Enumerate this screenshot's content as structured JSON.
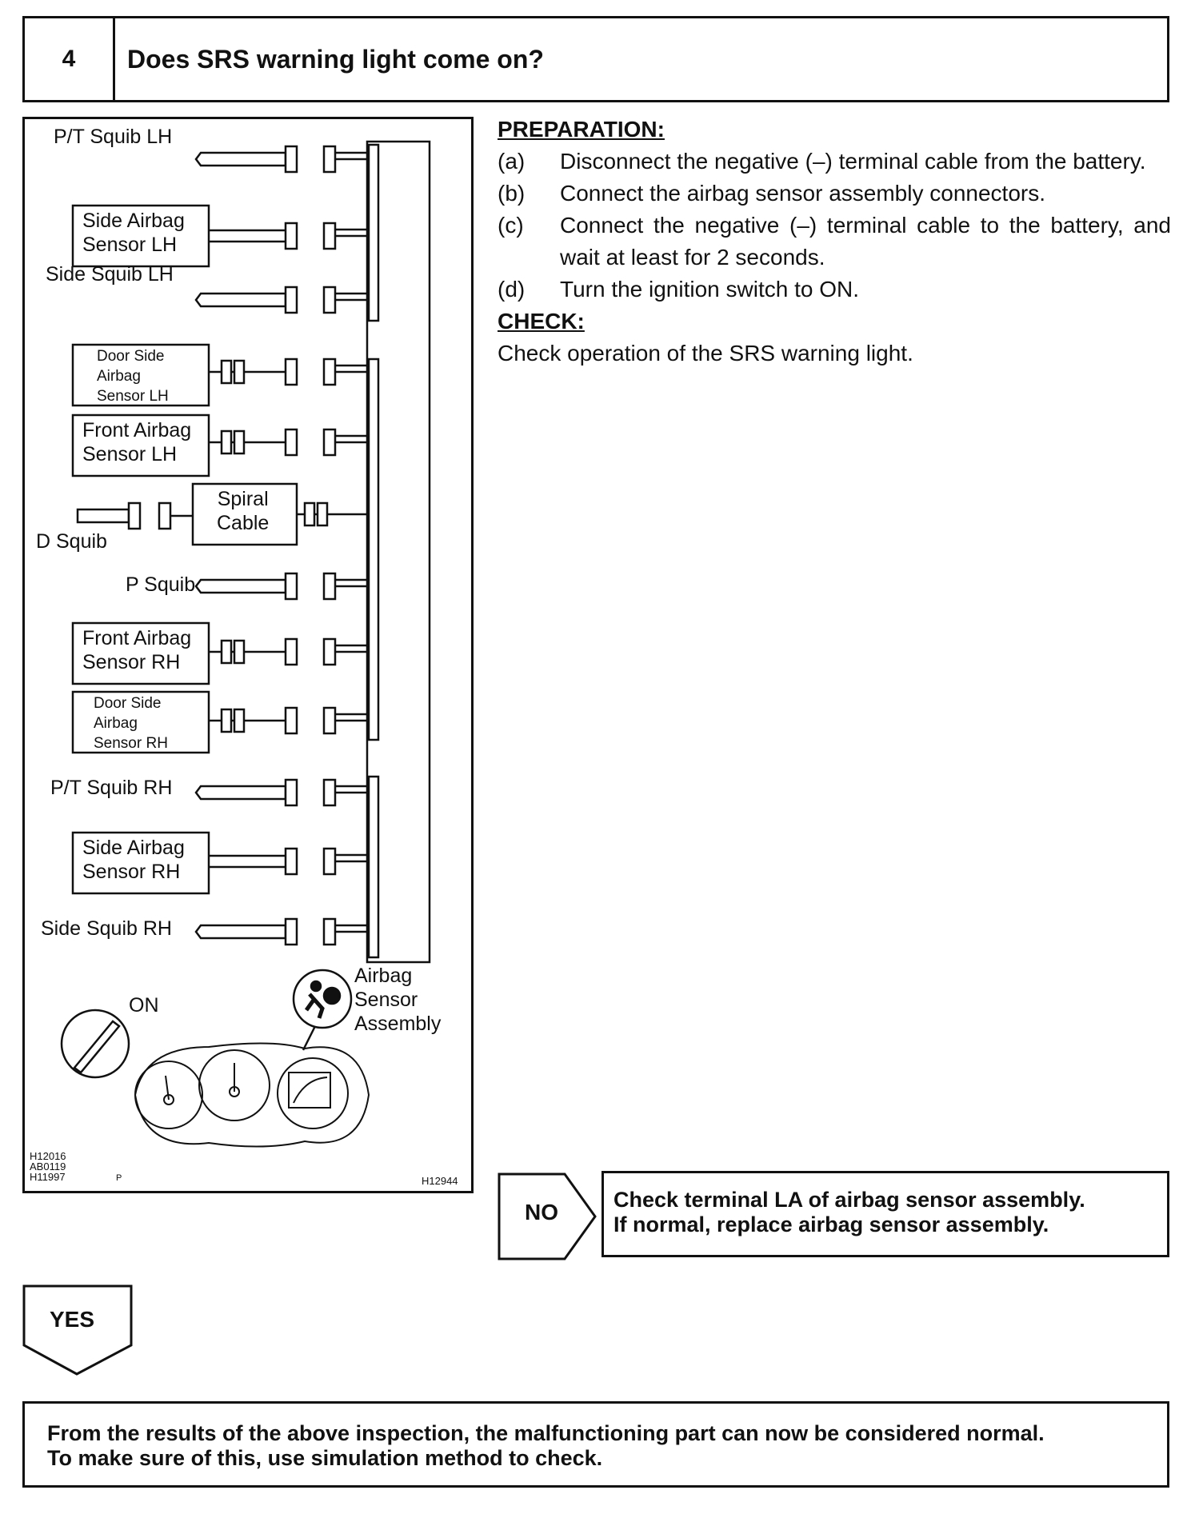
{
  "step": {
    "number": "4",
    "title": "Does SRS warning light come on?"
  },
  "figure": {
    "components": {
      "pt_squib_lh": "P/T Squib LH",
      "side_airbag_sensor_lh": [
        "Side Airbag",
        "Sensor LH"
      ],
      "side_squib_lh": "Side Squib LH",
      "door_side_airbag_sensor_lh": [
        "Door Side",
        "Airbag",
        "Sensor LH"
      ],
      "front_airbag_sensor_lh": [
        "Front Airbag",
        "Sensor LH"
      ],
      "spiral_cable": [
        "Spiral",
        "Cable"
      ],
      "d_squib": "D Squib",
      "p_squib": "P Squib",
      "front_airbag_sensor_rh": [
        "Front Airbag",
        "Sensor RH"
      ],
      "door_side_airbag_sensor_rh": [
        "Door Side",
        "Airbag",
        "Sensor RH"
      ],
      "pt_squib_rh": "P/T Squib RH",
      "side_airbag_sensor_rh": [
        "Side Airbag",
        "Sensor RH"
      ],
      "side_squib_rh": "Side Squib RH",
      "airbag_sensor_assembly": [
        "Airbag",
        "Sensor",
        "Assembly"
      ]
    },
    "ignition_label": "ON",
    "codes_left": [
      "H12016",
      "AB0119",
      "H11997"
    ],
    "code_p": "P",
    "code_right": "H12944",
    "icons": [
      "ignition-key-icon",
      "srs-airbag-warning-icon",
      "instrument-cluster-icon"
    ]
  },
  "preparation": {
    "heading": "PREPARATION:",
    "items": [
      {
        "label": "(a)",
        "text": "Disconnect the negative (–) terminal cable from the battery."
      },
      {
        "label": "(b)",
        "text": "Connect the airbag sensor assembly connectors."
      },
      {
        "label": "(c)",
        "text": "Connect the negative (–) terminal cable to the battery, and wait at least for 2 seconds."
      },
      {
        "label": "(d)",
        "text": "Turn the ignition switch to ON."
      }
    ]
  },
  "check": {
    "heading": "CHECK:",
    "text": "Check operation of the SRS warning light."
  },
  "result_no": {
    "label": "NO",
    "lines": [
      "Check terminal LA of airbag sensor assembly.",
      "If normal, replace airbag sensor assembly."
    ]
  },
  "result_yes": {
    "label": "YES"
  },
  "final_note": {
    "lines": [
      "From the results of the above inspection, the malfunctioning part can now be considered normal.",
      "To make sure of this, use simulation method to check."
    ]
  }
}
